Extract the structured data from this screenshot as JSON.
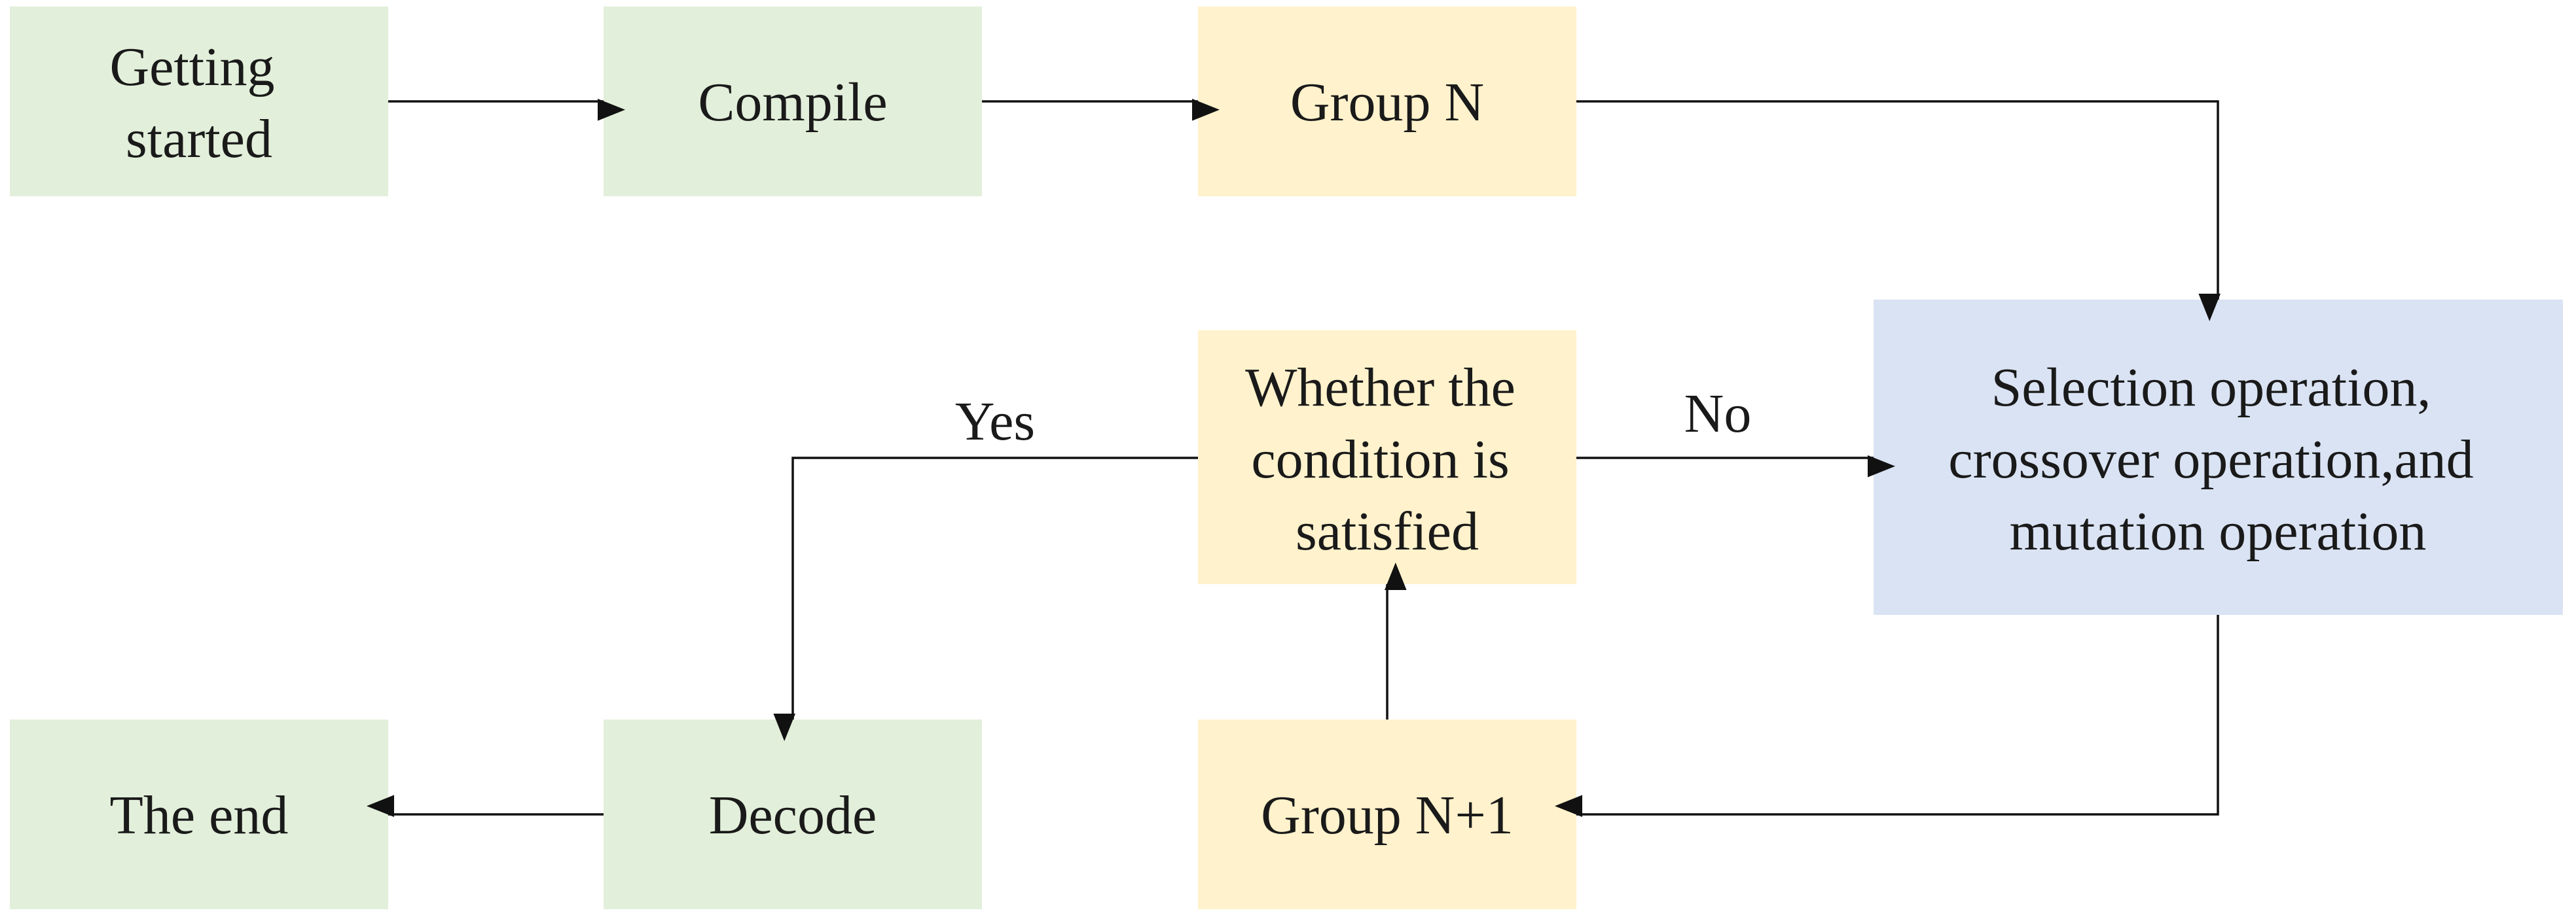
{
  "colors": {
    "green": "#e2efda",
    "yellow": "#fff2cc",
    "blue": "#dae3f3",
    "line": "#111111",
    "text": "#1a1a1a"
  },
  "nodes": {
    "start": {
      "lines": [
        "Getting",
        "started"
      ]
    },
    "compile": {
      "lines": [
        "Compile"
      ]
    },
    "group_n": {
      "lines": [
        "Group N"
      ]
    },
    "operation": {
      "lines": [
        "Selection operation,",
        "crossover operation,and",
        "mutation operation"
      ]
    },
    "condition": {
      "lines": [
        "Whether the",
        "condition is",
        "satisfied"
      ]
    },
    "group_n1": {
      "lines": [
        "Group N+1"
      ]
    },
    "decode": {
      "lines": [
        "Decode"
      ]
    },
    "end": {
      "lines": [
        "The end"
      ]
    }
  },
  "edges": {
    "yes_label": "Yes",
    "no_label": "No"
  }
}
